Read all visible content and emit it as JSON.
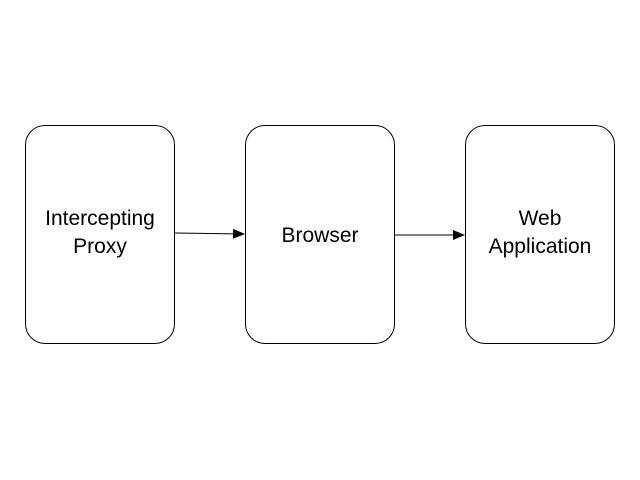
{
  "nodes": [
    {
      "id": "proxy",
      "label": "Intercepting\nProxy"
    },
    {
      "id": "browser",
      "label": "Browser"
    },
    {
      "id": "webapp",
      "label": "Web\nApplication"
    }
  ],
  "edges": [
    {
      "from": "proxy",
      "to": "browser"
    },
    {
      "from": "browser",
      "to": "webapp"
    }
  ]
}
